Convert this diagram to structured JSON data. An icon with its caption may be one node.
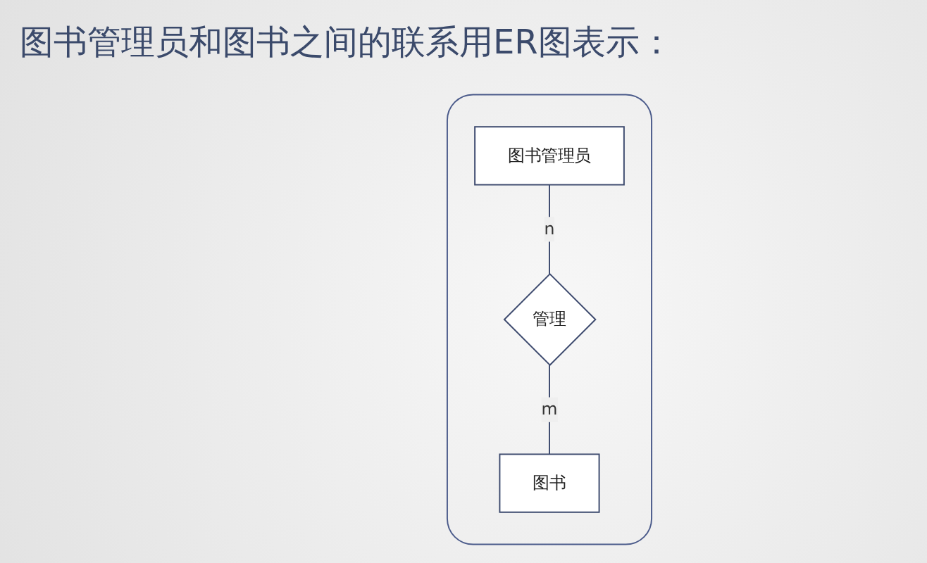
{
  "diagram": {
    "title": "图书管理员和图书之间的联系用ER图表示：",
    "nodes": [
      {
        "text": [],
        "shape": "box"
      },
      {
        "text": [
          "图书管理员"
        ],
        "in": 0
      },
      {
        "text": [
          "管理"
        ],
        "in": 0
      },
      {
        "text": [
          "图书"
        ],
        "in": 0
      }
    ],
    "edges": [
      {
        "from": 1,
        "to": 2,
        "arrow": "none",
        "label": "n"
      },
      {
        "from": 2,
        "to": 3,
        "arrow": "none",
        "label": "m"
      }
    ]
  }
}
